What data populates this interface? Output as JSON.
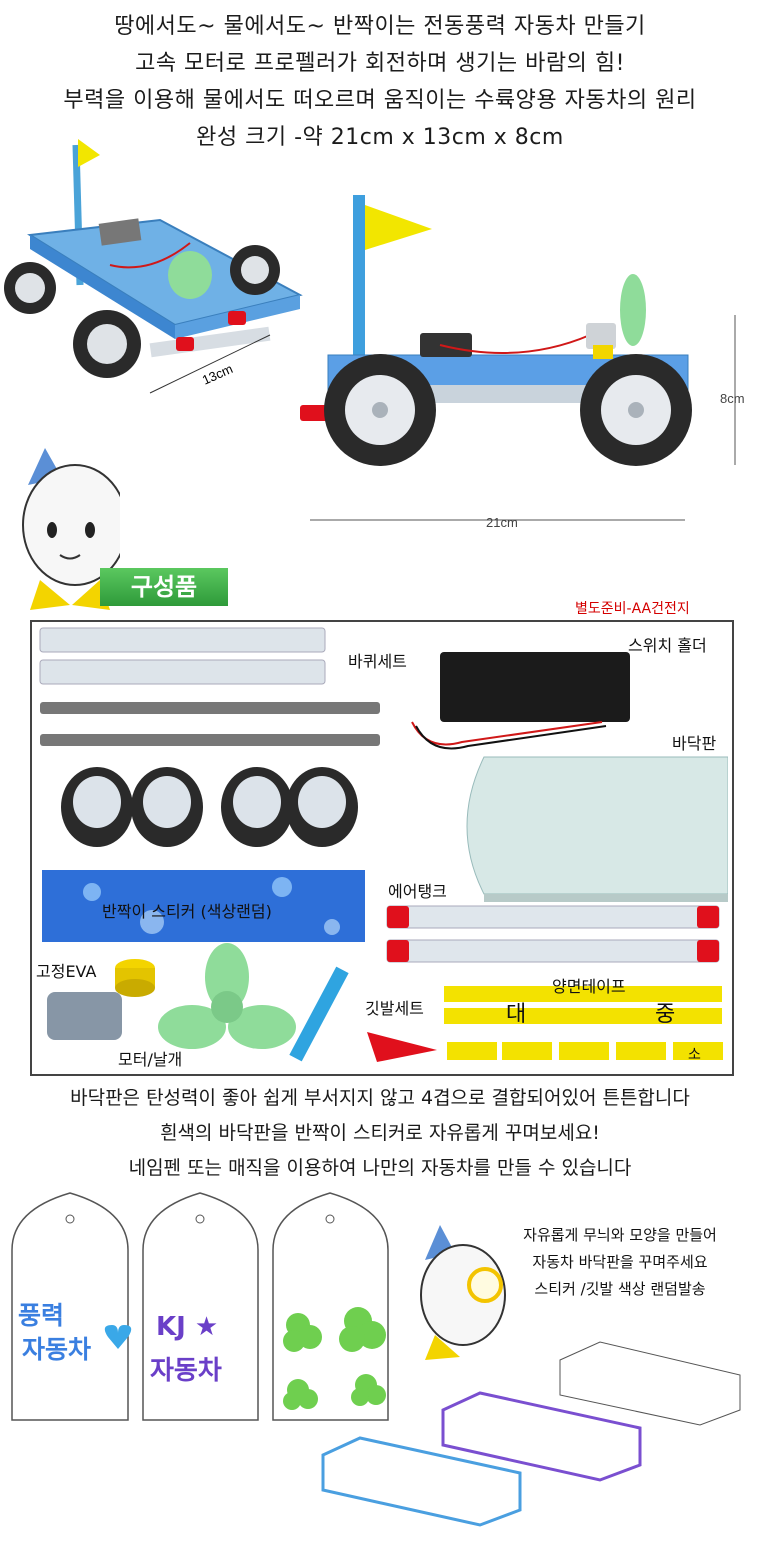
{
  "header": {
    "lines": [
      "땅에서도~ 물에서도~ 반짝이는 전동풍력 자동차 만들기",
      "고속 모터로 프로펠러가 회전하며 생기는 바람의 힘!",
      "부력을 이용해 물에서도 떠오르며 움직이는 수륙양용 자동차의 원리",
      "완성 크기 -약 21cm x 13cm x 8cm"
    ]
  },
  "dimensions": {
    "width_label": "13cm",
    "height_label": "8cm",
    "length_label": "21cm"
  },
  "components": {
    "title": "구성품",
    "battery_note": "별도준비-AA건전지",
    "labels": {
      "wheel_set": "바퀴세트",
      "switch_holder": "스위치 홀더",
      "base_plate": "바닥판",
      "sticker": "반짝이 스티커 (색상랜덤)",
      "air_tank": "에어탱크",
      "eva": "고정EVA",
      "tape": "양면테이프",
      "tape_large": "대",
      "tape_medium": "중",
      "tape_small": "소",
      "flag_set": "깃발세트",
      "motor": "모터/날개"
    }
  },
  "description": {
    "lines": [
      "바닥판은 탄성력이 좋아 쉽게 부서지지 않고 4겹으로 결합되어있어 튼튼합니다",
      "흰색의 바닥판을 반짝이 스티커로 자유롭게 꾸며보세요!",
      "네임펜 또는 매직을 이용하여 나만의 자동차를 만들 수 있습니다"
    ]
  },
  "examples": {
    "board1_line1": "풍력",
    "board1_line2": "자동차",
    "board2_line1": "KJ ★",
    "board2_line2": "자동차"
  },
  "tip": {
    "lines": [
      "자유롭게 무늬와 모양을 만들어",
      "자동차 바닥판을 꾸며주세요",
      "스티커 /깃발 색상 랜덤발송"
    ]
  },
  "colors": {
    "green_accent": "#39b54a",
    "note_red": "#d40000",
    "flag_yellow": "#f2e600",
    "tank_red": "#e0101c",
    "propeller_green": "#8fdc9a",
    "sticker_blue": "#2e6fd8"
  }
}
